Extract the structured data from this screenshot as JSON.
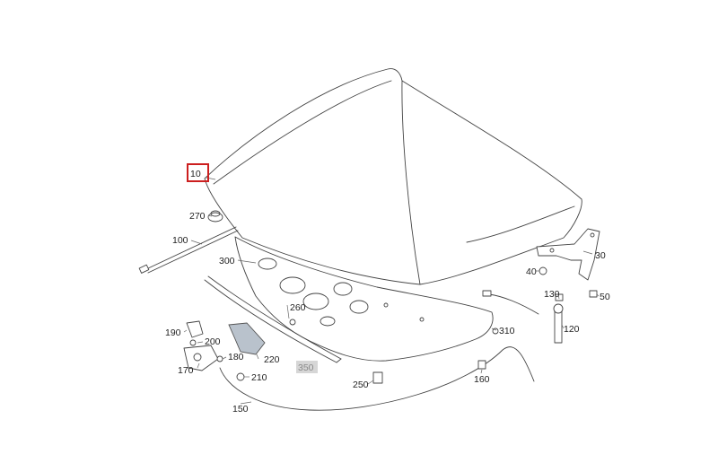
{
  "parts": {
    "p10": "10",
    "p30": "30",
    "p40": "40",
    "p50": "50",
    "p100": "100",
    "p120": "120",
    "p130": "130",
    "p150": "150",
    "p160": "160",
    "p170": "170",
    "p180": "180",
    "p190": "190",
    "p200": "200",
    "p210": "210",
    "p220": "220",
    "p250": "250",
    "p260": "260",
    "p270": "270",
    "p300": "300",
    "p310": "310",
    "p350": "350"
  },
  "highlighted_part": "10",
  "colors": {
    "highlight": "#cc1f1f",
    "line": "#444444",
    "greyed_label_bg": "#d6d6d6"
  }
}
